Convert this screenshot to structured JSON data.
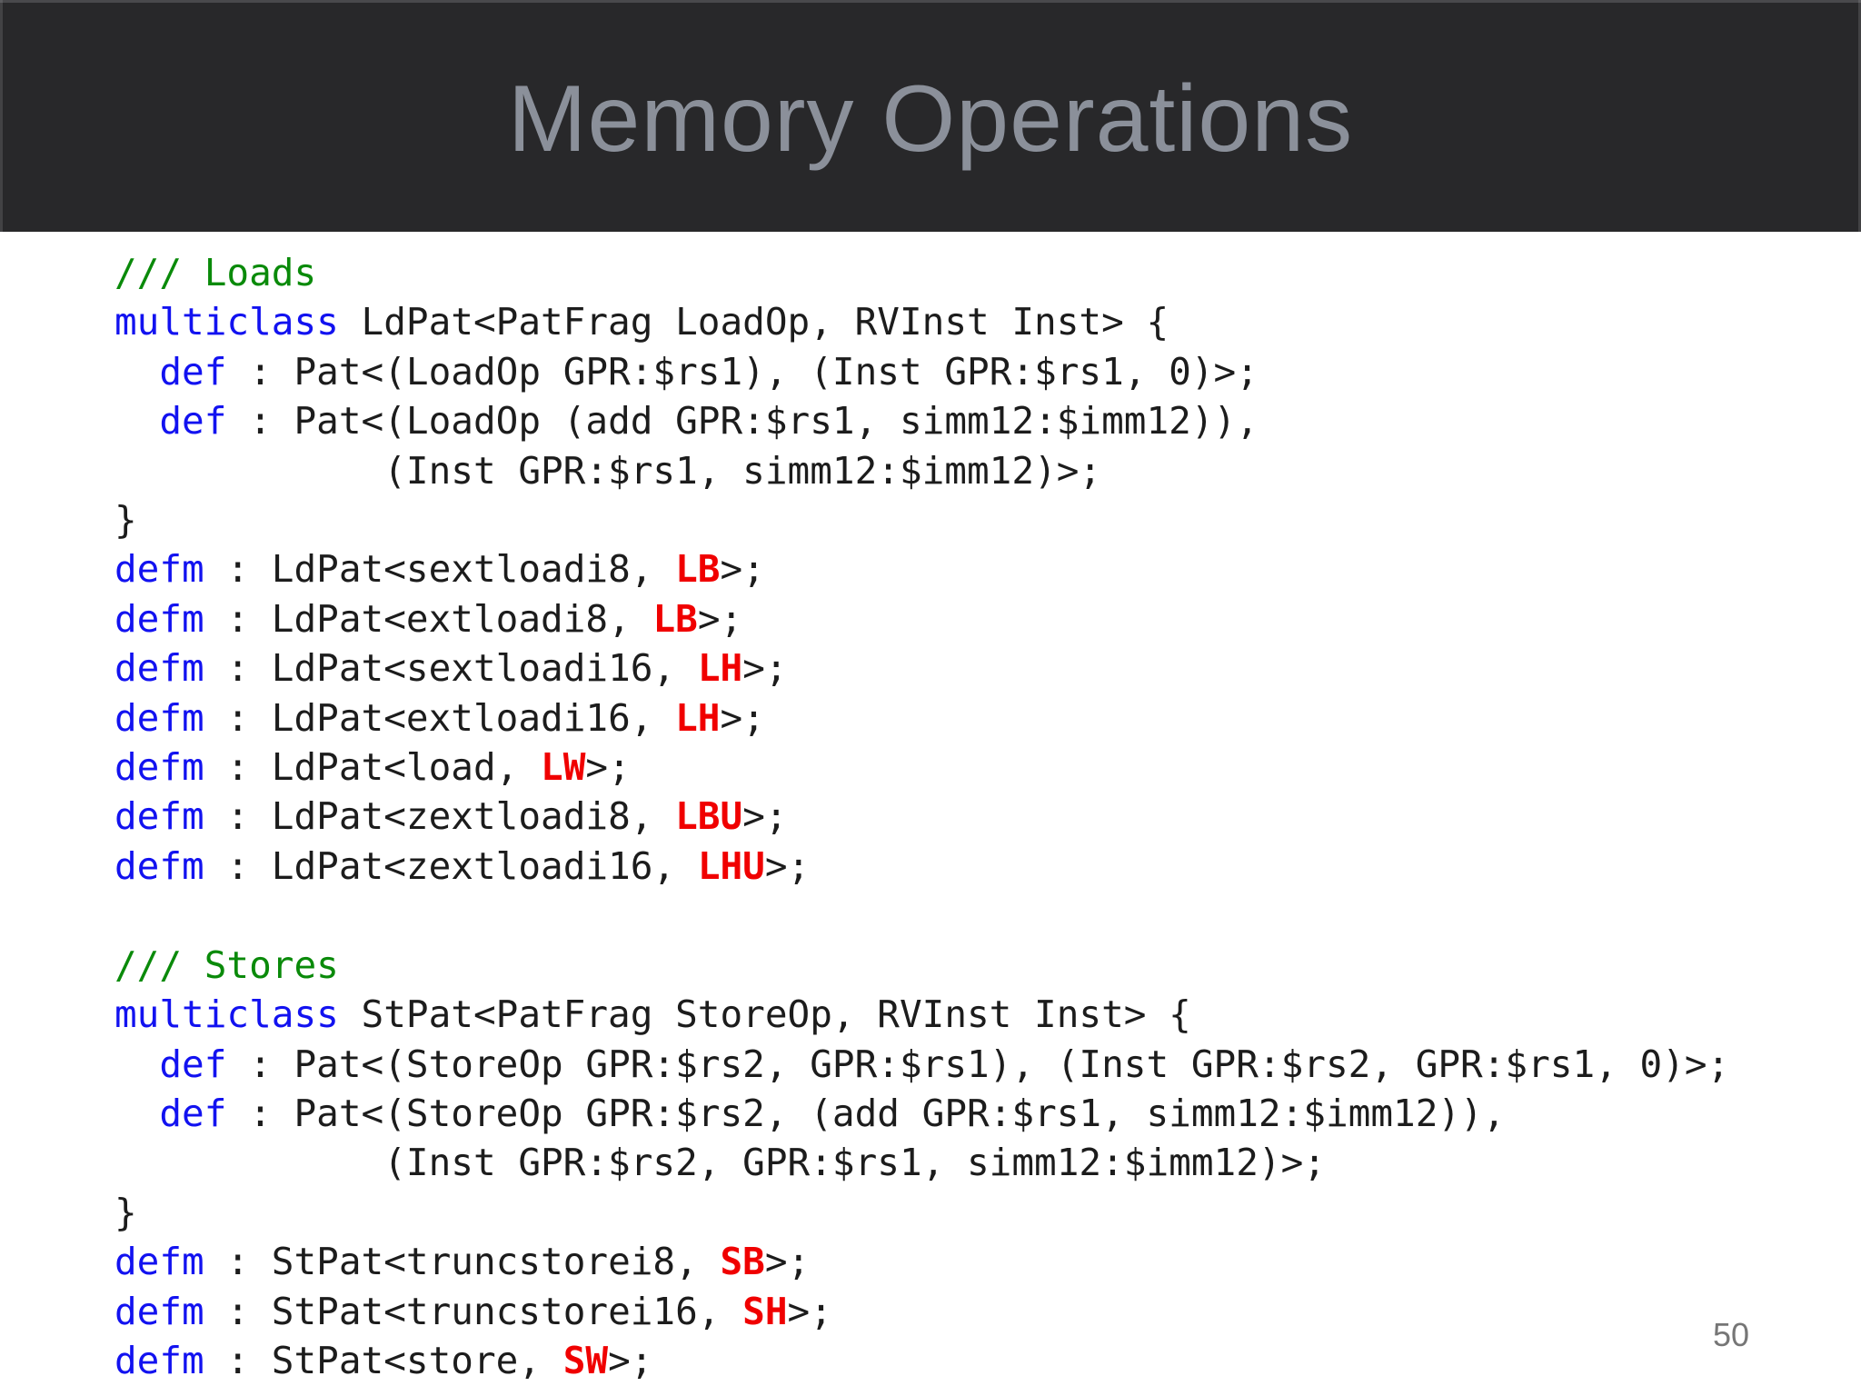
{
  "slide": {
    "title": "Memory Operations",
    "page_number": "50"
  },
  "colors": {
    "body_bg": "#ffffff",
    "header_bg": "#28282a",
    "title": "#8b909a",
    "code_text": "#1c1c1c",
    "keyword": "#1212f0",
    "comment": "#0a8a0a",
    "instruction": "#f00000",
    "page_number": "#767676"
  },
  "code": {
    "token_types": {
      "k": "keyword",
      "c": "comment",
      "p": "plain",
      "i": "instruction"
    },
    "lines": [
      [
        [
          "c",
          "/// Loads"
        ]
      ],
      [
        [
          "k",
          "multiclass"
        ],
        [
          "p",
          " LdPat<PatFrag LoadOp, RVInst Inst> {"
        ]
      ],
      [
        [
          "p",
          "  "
        ],
        [
          "k",
          "def"
        ],
        [
          "p",
          " : Pat<(LoadOp GPR:$rs1), (Inst GPR:$rs1, 0)>;"
        ]
      ],
      [
        [
          "p",
          "  "
        ],
        [
          "k",
          "def"
        ],
        [
          "p",
          " : Pat<(LoadOp (add GPR:$rs1, simm12:$imm12)),"
        ]
      ],
      [
        [
          "p",
          "            (Inst GPR:$rs1, simm12:$imm12)>;"
        ]
      ],
      [
        [
          "p",
          "}"
        ]
      ],
      [
        [
          "k",
          "defm"
        ],
        [
          "p",
          " : LdPat<sextloadi8, "
        ],
        [
          "i",
          "LB"
        ],
        [
          "p",
          ">;"
        ]
      ],
      [
        [
          "k",
          "defm"
        ],
        [
          "p",
          " : LdPat<extloadi8, "
        ],
        [
          "i",
          "LB"
        ],
        [
          "p",
          ">;"
        ]
      ],
      [
        [
          "k",
          "defm"
        ],
        [
          "p",
          " : LdPat<sextloadi16, "
        ],
        [
          "i",
          "LH"
        ],
        [
          "p",
          ">;"
        ]
      ],
      [
        [
          "k",
          "defm"
        ],
        [
          "p",
          " : LdPat<extloadi16, "
        ],
        [
          "i",
          "LH"
        ],
        [
          "p",
          ">;"
        ]
      ],
      [
        [
          "k",
          "defm"
        ],
        [
          "p",
          " : LdPat<load, "
        ],
        [
          "i",
          "LW"
        ],
        [
          "p",
          ">;"
        ]
      ],
      [
        [
          "k",
          "defm"
        ],
        [
          "p",
          " : LdPat<zextloadi8, "
        ],
        [
          "i",
          "LBU"
        ],
        [
          "p",
          ">;"
        ]
      ],
      [
        [
          "k",
          "defm"
        ],
        [
          "p",
          " : LdPat<zextloadi16, "
        ],
        [
          "i",
          "LHU"
        ],
        [
          "p",
          ">;"
        ]
      ],
      [],
      [
        [
          "c",
          "/// Stores"
        ]
      ],
      [
        [
          "k",
          "multiclass"
        ],
        [
          "p",
          " StPat<PatFrag StoreOp, RVInst Inst> {"
        ]
      ],
      [
        [
          "p",
          "  "
        ],
        [
          "k",
          "def"
        ],
        [
          "p",
          " : Pat<(StoreOp GPR:$rs2, GPR:$rs1), (Inst GPR:$rs2, GPR:$rs1, 0)>;"
        ]
      ],
      [
        [
          "p",
          "  "
        ],
        [
          "k",
          "def"
        ],
        [
          "p",
          " : Pat<(StoreOp GPR:$rs2, (add GPR:$rs1, simm12:$imm12)),"
        ]
      ],
      [
        [
          "p",
          "            (Inst GPR:$rs2, GPR:$rs1, simm12:$imm12)>;"
        ]
      ],
      [
        [
          "p",
          "}"
        ]
      ],
      [
        [
          "k",
          "defm"
        ],
        [
          "p",
          " : StPat<truncstorei8, "
        ],
        [
          "i",
          "SB"
        ],
        [
          "p",
          ">;"
        ]
      ],
      [
        [
          "k",
          "defm"
        ],
        [
          "p",
          " : StPat<truncstorei16, "
        ],
        [
          "i",
          "SH"
        ],
        [
          "p",
          ">;"
        ]
      ],
      [
        [
          "k",
          "defm"
        ],
        [
          "p",
          " : StPat<store, "
        ],
        [
          "i",
          "SW"
        ],
        [
          "p",
          ">;"
        ]
      ]
    ]
  }
}
